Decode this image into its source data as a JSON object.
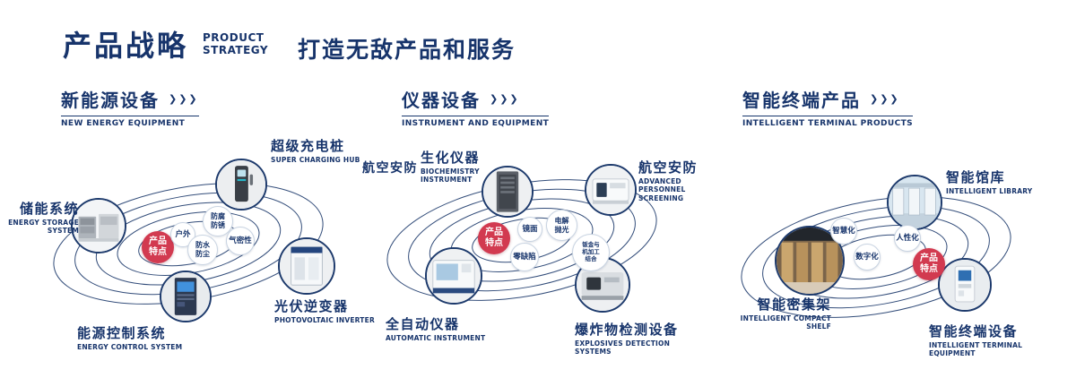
{
  "header": {
    "title_cn": "产品战略",
    "title_en_line1": "PRODUCT",
    "title_en_line2": "STRATEGY",
    "slogan": "打造无敌产品和服务"
  },
  "icons": {
    "triple_arrow": "❯❯❯"
  },
  "colors": {
    "navy": "#17346b",
    "badge_red": "#d23a50"
  },
  "sections": [
    {
      "title_cn": "新能源设备",
      "title_en": "NEW ENERGY EQUIPMENT",
      "badge": "产品特点",
      "features": [
        "户外",
        "防腐防锈",
        "气密性",
        "防水防尘"
      ],
      "products": [
        {
          "cn": "储能系统",
          "en": "ENERGY STORAGE SYSTEM"
        },
        {
          "cn": "超级充电桩",
          "en": "SUPER CHARGING HUB"
        },
        {
          "cn": "光伏逆变器",
          "en": "PHOTOVOLTAIC INVERTER"
        },
        {
          "cn": "能源控制系统",
          "en": "ENERGY CONTROL SYSTEM"
        }
      ]
    },
    {
      "title_cn": "仪器设备",
      "title_en": "INSTRUMENT AND EQUIPMENT",
      "badge": "产品特点",
      "side_label": "航空安防",
      "features": [
        "镜面",
        "电解抛光",
        "零缺陷",
        "钣金与机加工结合"
      ],
      "products": [
        {
          "cn": "生化仪器",
          "en": "BIOCHEMISTRY INSTRUMENT"
        },
        {
          "cn": "航空安防",
          "en": "ADVANCED PERSONNEL SCREENING"
        },
        {
          "cn": "全自动仪器",
          "en": "AUTOMATIC INSTRUMENT"
        },
        {
          "cn": "爆炸物检测设备",
          "en": "EXPLOSIVES DETECTION SYSTEMS"
        }
      ]
    },
    {
      "title_cn": "智能终端产品",
      "title_en": "INTELLIGENT TERMINAL PRODUCTS",
      "badge": "产品特点",
      "features": [
        "智慧化",
        "人性化",
        "数字化"
      ],
      "products": [
        {
          "cn": "智能馆库",
          "en": "INTELLIGENT LIBRARY"
        },
        {
          "cn": "智能密集架",
          "en": "INTELLIGENT COMPACT SHELF"
        },
        {
          "cn": "智能终端设备",
          "en": "INTELLIGENT TERMINAL EQUIPMENT"
        }
      ]
    }
  ]
}
